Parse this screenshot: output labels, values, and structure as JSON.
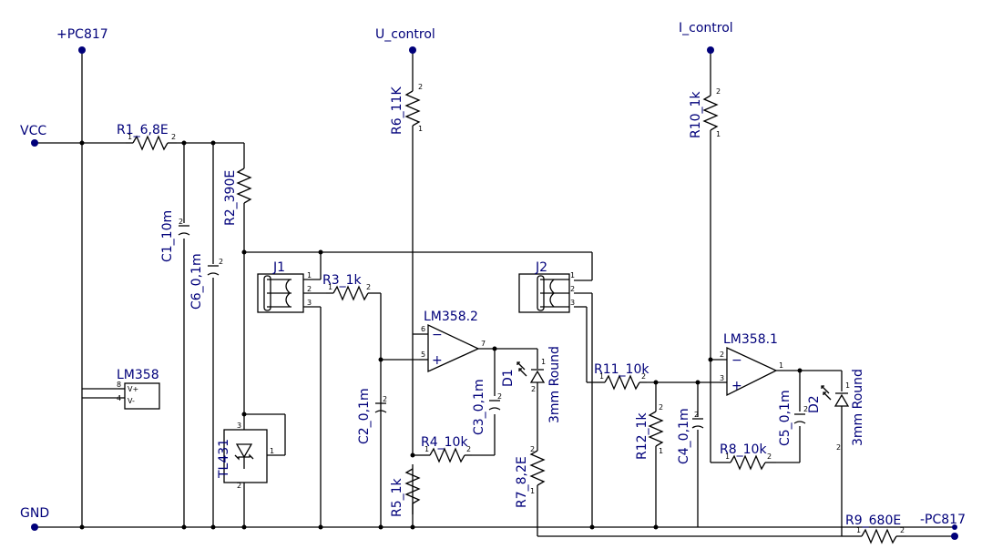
{
  "nets": {
    "pc817_plus": "+PC817",
    "u_control": "U_control",
    "i_control": "I_control",
    "vcc": "VCC",
    "gnd": "GND",
    "pc817_minus": "-PC817"
  },
  "components": {
    "r1": "R1_6,8E",
    "r2": "R2_390E",
    "r3": "R3_1k",
    "r4": "R4_10k",
    "r5": "R5_1k",
    "r6": "R6_11K",
    "r7": "R7_8,2E",
    "r8": "R8_10k",
    "r9": "R9_680E",
    "r10": "R10_1k",
    "r11": "R11_10k",
    "r12": "R12_1k",
    "c1": "C1_10m",
    "c2": "C2_0,1m",
    "c3": "C3_0,1m",
    "c4": "C4_0,1m",
    "c5": "C5_0,1m",
    "c6": "C6_0,1m",
    "j1": "J1",
    "j2": "J2",
    "u_opamp2": "LM358.2",
    "u_opamp1": "LM358.1",
    "u_power": "LM358",
    "tl431": "TL431",
    "d1": "D1",
    "d2": "D2",
    "led_type1": "3mm Round",
    "led_type2": "3mm Round"
  },
  "pins": {
    "p1": "1",
    "p2": "2",
    "p3": "3",
    "p4": "4",
    "p5": "5",
    "p6": "6",
    "p7": "7",
    "p8": "8",
    "vplus": "V+",
    "vminus": "V-",
    "plus": "+",
    "minus": "−"
  },
  "colors": {
    "label": "#00007a",
    "wire": "#000000",
    "background": "#ffffff"
  }
}
